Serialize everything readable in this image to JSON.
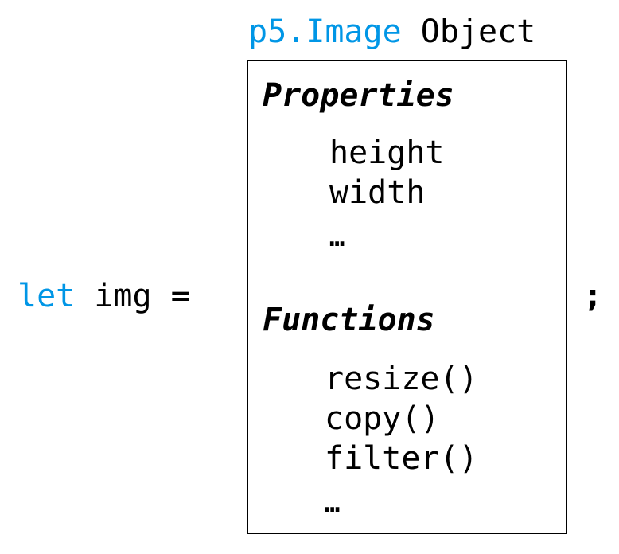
{
  "heading": {
    "class_name": "p5.Image",
    "suffix": " Object"
  },
  "statement": {
    "keyword": "let",
    "rest": " img ="
  },
  "semicolon": ";",
  "box": {
    "properties": {
      "title": "Properties",
      "items": [
        "height",
        "width",
        "…"
      ]
    },
    "functions": {
      "title": "Functions",
      "items": [
        "resize()",
        "copy()",
        "filter()",
        "…"
      ]
    }
  },
  "colors": {
    "keyword": "#0096e6",
    "text": "#000000",
    "border": "#000000"
  }
}
